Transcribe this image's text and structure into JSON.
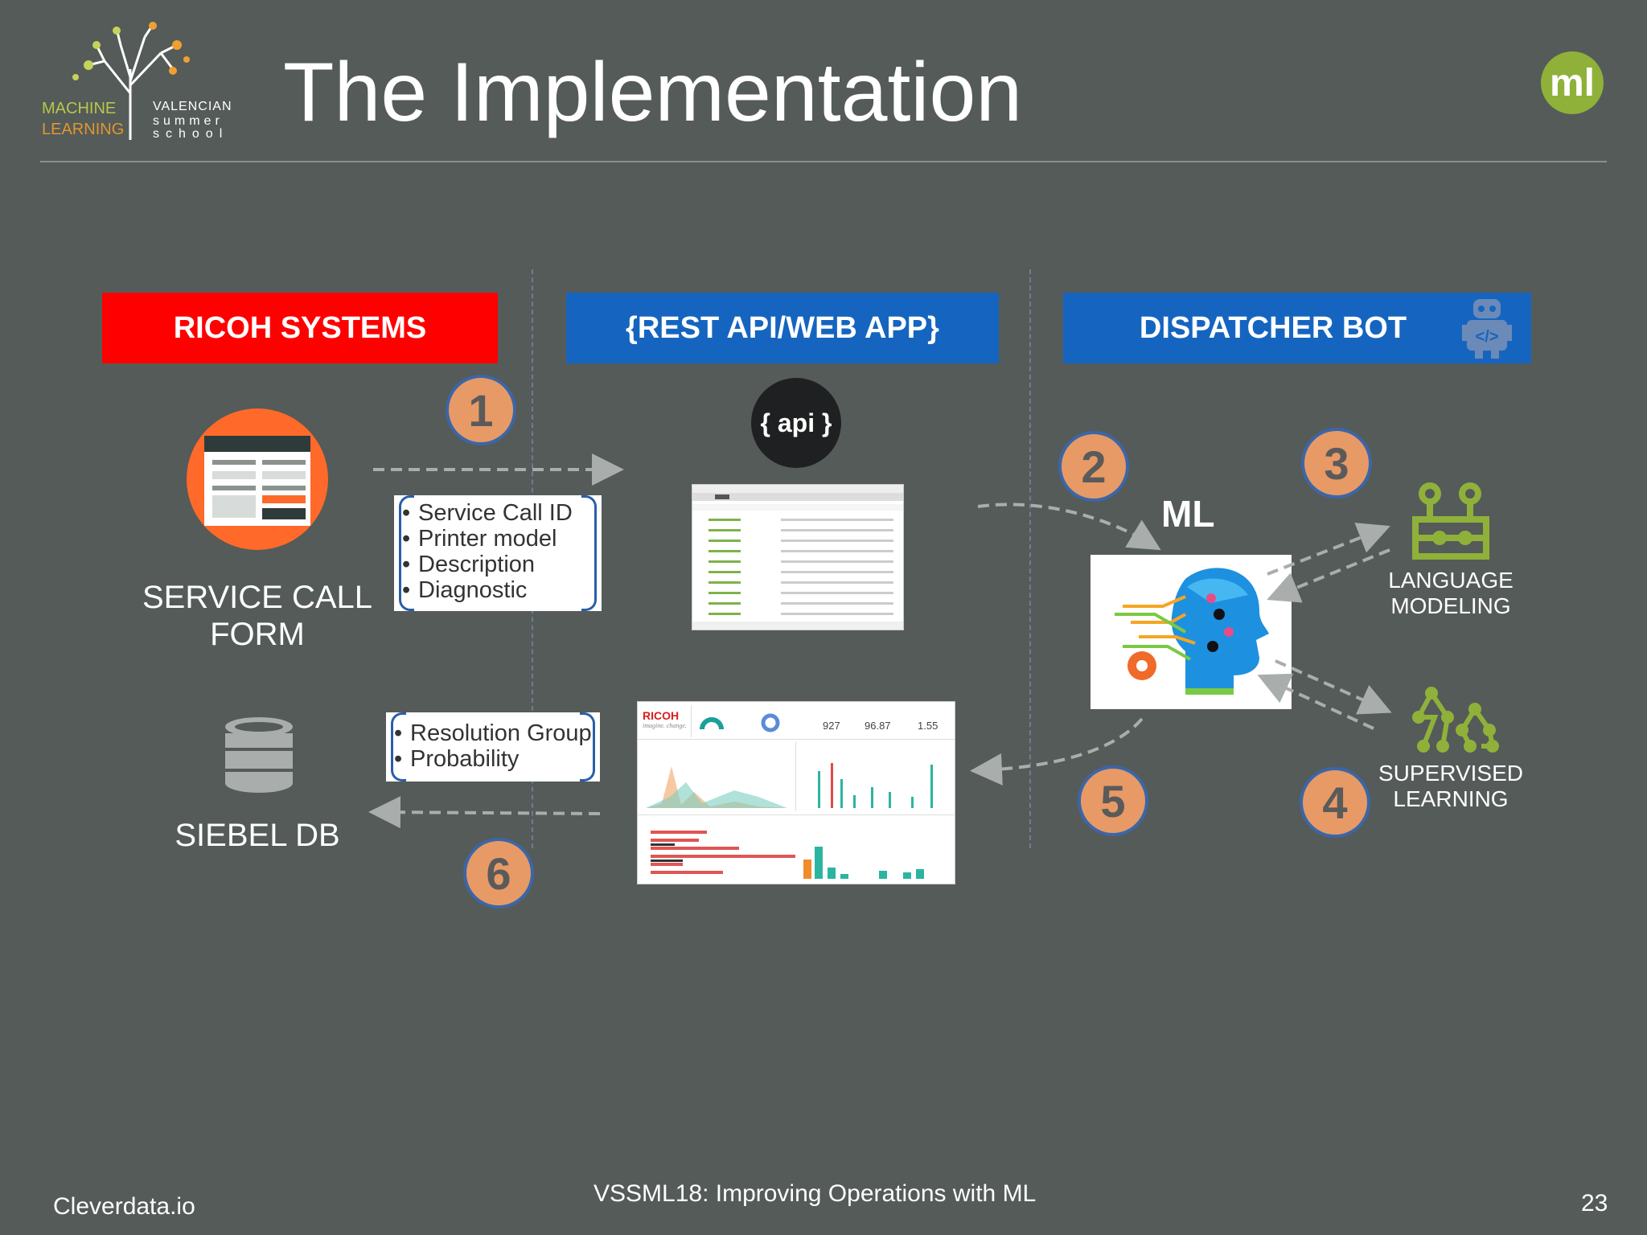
{
  "slide": {
    "title": "The Implementation",
    "logo": {
      "left_top": "MACHINE",
      "left_bottom": "LEARNING",
      "right_top": "VALENCIAN",
      "right_mid": "summer",
      "right_bottom": "school"
    },
    "corner_badge": "ml"
  },
  "columns": {
    "ricoh": "RICOH SYSTEMS",
    "rest": "{REST API/WEB APP}",
    "bot": "DISPATCHER BOT"
  },
  "steps": [
    "1",
    "2",
    "3",
    "4",
    "5",
    "6"
  ],
  "service_form": {
    "line1": "SERVICE CALL",
    "line2": "FORM"
  },
  "siebel": "SIEBEL DB",
  "input_fields": [
    "Service Call ID",
    "Printer model",
    "Description",
    "Diagnostic"
  ],
  "output_fields": [
    "Resolution Group",
    "Probability"
  ],
  "api_badge": "{ api }",
  "ml_label": "ML",
  "language_modeling": {
    "line1": "LANGUAGE",
    "line2": "MODELING"
  },
  "supervised_learning": {
    "line1": "SUPERVISED",
    "line2": "LEARNING"
  },
  "dashboard": {
    "brand": "RICOH",
    "tagline": "imagine. change.",
    "kpi": [
      "927",
      "96.87",
      "1.55"
    ]
  },
  "footer": {
    "left": "Cleverdata.io",
    "center": "VSSML18: Improving Operations with ML",
    "page": "23"
  },
  "colors": {
    "ricoh_red": "#ff0000",
    "blue": "#1565c0",
    "step_orange": "#e79a66",
    "background": "#555b59"
  }
}
